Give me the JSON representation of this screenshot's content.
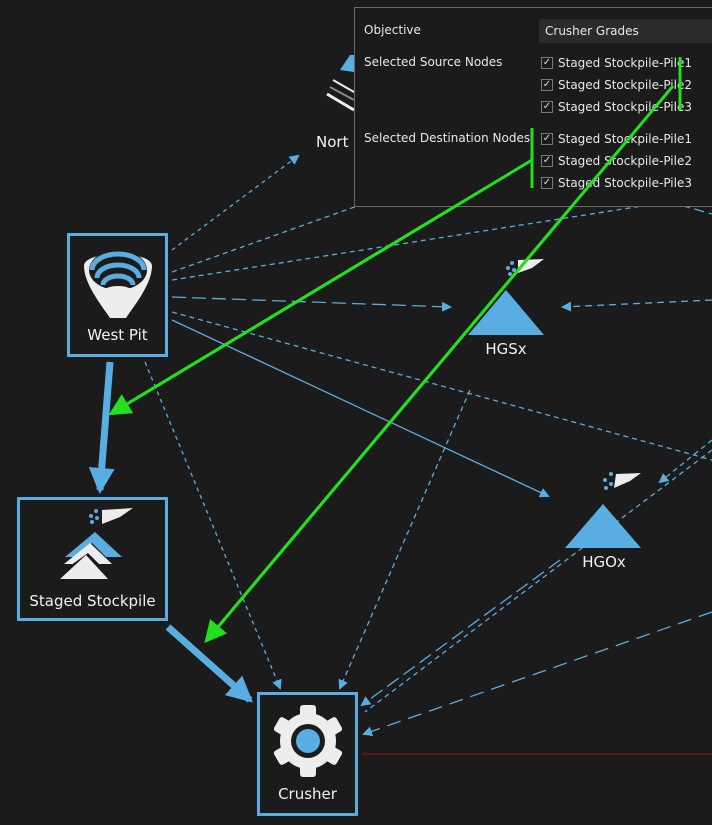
{
  "panel": {
    "objective_label": "Objective",
    "objective_value": "Crusher Grades",
    "source_label": "Selected Source Nodes",
    "destination_label": "Selected Destination Nodes",
    "source_nodes": [
      {
        "label": "Staged Stockpile-Pile1",
        "checked": true
      },
      {
        "label": "Staged Stockpile-Pile2",
        "checked": true
      },
      {
        "label": "Staged Stockpile-Pile3",
        "checked": true
      }
    ],
    "destination_nodes": [
      {
        "label": "Staged Stockpile-Pile1",
        "checked": true
      },
      {
        "label": "Staged Stockpile-Pile2",
        "checked": true
      },
      {
        "label": "Staged Stockpile-Pile3",
        "checked": true
      }
    ],
    "check_glyph": "✓"
  },
  "nodes": {
    "west_pit": {
      "label": "West Pit",
      "icon": "pit-icon"
    },
    "staged_stockpile": {
      "label": "Staged Stockpile",
      "icon": "stockpile-icon"
    },
    "crusher": {
      "label": "Crusher",
      "icon": "gear-icon"
    },
    "hgsx": {
      "label": "HGSx",
      "icon": "stockpile-pile-icon"
    },
    "hgox": {
      "label": "HGOx",
      "icon": "stockpile-pile-icon"
    },
    "north": {
      "label": "Nort",
      "icon": "dump-icon"
    }
  },
  "colors": {
    "accent": "#5aade0",
    "background": "#1b1b1b",
    "annotation": "#22e01e",
    "icon_fill": "#ededed",
    "red_line": "#8b1a1a"
  }
}
